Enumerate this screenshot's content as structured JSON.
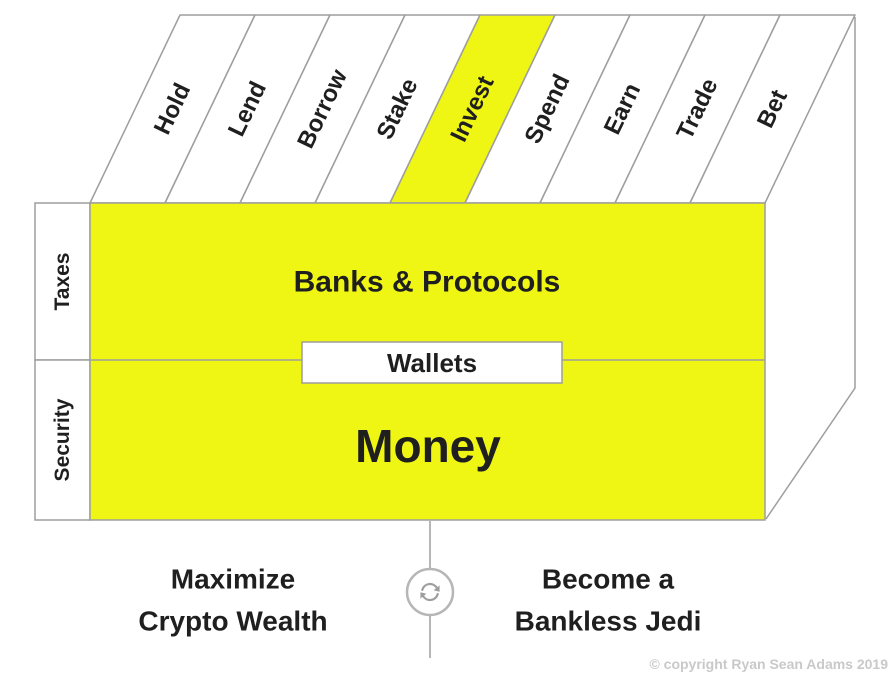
{
  "diagram": {
    "top_actions": {
      "items": [
        {
          "label": "Hold",
          "highlighted": false
        },
        {
          "label": "Lend",
          "highlighted": false
        },
        {
          "label": "Borrow",
          "highlighted": false
        },
        {
          "label": "Stake",
          "highlighted": false
        },
        {
          "label": "Invest",
          "highlighted": true
        },
        {
          "label": "Spend",
          "highlighted": false
        },
        {
          "label": "Earn",
          "highlighted": false
        },
        {
          "label": "Trade",
          "highlighted": false
        },
        {
          "label": "Bet",
          "highlighted": false
        }
      ]
    },
    "left_labels": {
      "row1": "Taxes",
      "row2": "Security"
    },
    "layers": {
      "top": "Banks & Protocols",
      "middle": "Wallets",
      "bottom": "Money"
    },
    "footer": {
      "left_line1": "Maximize",
      "left_line2": "Crypto Wealth",
      "icon": "sync-icon",
      "right_line1": "Become a",
      "right_line2": "Bankless Jedi"
    },
    "copyright": "© copyright Ryan Sean Adams 2019",
    "colors": {
      "highlight_yellow": "#f0f614",
      "outline_gray": "#9e9e9e",
      "footer_gray": "#b6b6b6",
      "text_dark": "#1f1f1f",
      "copyright_gray": "#c9c9c9"
    }
  }
}
